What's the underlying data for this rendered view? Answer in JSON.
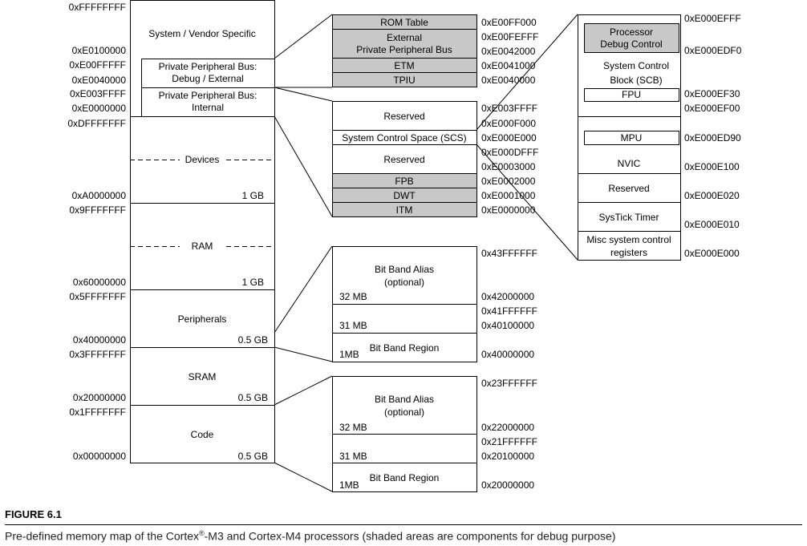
{
  "figure": {
    "label": "FIGURE 6.1",
    "caption_pre": "Pre-defined memory map of the Cortex",
    "caption_reg": "®",
    "caption_post": "-M3 and Cortex-M4 processors (shaded areas are components for debug purpose)"
  },
  "colors": {
    "line": "#000000",
    "shade": "#c8c8c8",
    "fill": "#ffffff"
  },
  "main_map": {
    "regions": [
      {
        "name": "System / Vendor Specific"
      },
      {
        "name_line1": "Private Peripheral Bus:",
        "name_line2": "Debug / External"
      },
      {
        "name_line1": "Private Peripheral Bus:",
        "name_line2": "Internal"
      },
      {
        "name": "Devices",
        "size": "1 GB"
      },
      {
        "name": "RAM",
        "size": "1 GB"
      },
      {
        "name": "Peripherals",
        "size": "0.5 GB"
      },
      {
        "name": "SRAM",
        "size": "0.5 GB"
      },
      {
        "name": "Code",
        "size": "0.5 GB"
      }
    ],
    "addresses": [
      "0xFFFFFFFF",
      "0xE0100000",
      "0xE00FFFFF",
      "0xE0040000",
      "0xE003FFFF",
      "0xE0000000",
      "0xDFFFFFFF",
      "0xA0000000",
      "0x9FFFFFFF",
      "0x60000000",
      "0x5FFFFFFF",
      "0x40000000",
      "0x3FFFFFFF",
      "0x20000000",
      "0x1FFFFFFF",
      "0x00000000"
    ]
  },
  "ppb_external": {
    "items": [
      {
        "name": "ROM Table"
      },
      {
        "name_line1": "External",
        "name_line2": "Private Peripheral Bus"
      },
      {
        "name": "ETM"
      },
      {
        "name": "TPIU"
      }
    ],
    "addresses": [
      "0xE00FF000",
      "0xE00FEFFF",
      "0xE0042000",
      "0xE0041000",
      "0xE0040000"
    ]
  },
  "ppb_internal": {
    "items": [
      {
        "name": "Reserved"
      },
      {
        "name": "System Control Space (SCS)"
      },
      {
        "name": "Reserved"
      },
      {
        "name": "FPB"
      },
      {
        "name": "DWT"
      },
      {
        "name": "ITM"
      }
    ],
    "addresses": [
      "0xE003FFFF",
      "0xE000F000",
      "0xE000E000",
      "0xE000DFFF",
      "0xE0003000",
      "0xE0002000",
      "0xE0001000",
      "0xE0000000"
    ]
  },
  "scs": {
    "items": [
      {
        "name_line1": "Processor",
        "name_line2": "Debug Control"
      },
      {
        "name_line1": "System Control",
        "name_line2": "Block (SCB)"
      },
      {
        "name": "FPU"
      },
      {
        "name": "MPU"
      },
      {
        "name": "NVIC"
      },
      {
        "name": "Reserved"
      },
      {
        "name": "SysTick Timer"
      },
      {
        "name_line1": "Misc system control",
        "name_line2": "registers"
      }
    ],
    "addresses": [
      "0xE000EFFF",
      "0xE000EDF0",
      "0xE000EF30",
      "0xE000EF00",
      "0xE000ED90",
      "0xE000E100",
      "0xE000E020",
      "0xE000E010",
      "0xE000E000"
    ]
  },
  "bitband_peripheral": {
    "alias_line1": "Bit Band Alias",
    "alias_line2": "(optional)",
    "alias_size": "32 MB",
    "gap_size": "31 MB",
    "region_name": "Bit Band Region",
    "region_size": "1MB",
    "addresses": [
      "0x43FFFFFF",
      "0x42000000",
      "0x41FFFFFF",
      "0x40100000",
      "0x40000000"
    ]
  },
  "bitband_sram": {
    "alias_line1": "Bit Band Alias",
    "alias_line2": "(optional)",
    "alias_size": "32 MB",
    "gap_size": "31 MB",
    "region_name": "Bit Band Region",
    "region_size": "1MB",
    "addresses": [
      "0x23FFFFFF",
      "0x22000000",
      "0x21FFFFFF",
      "0x20100000",
      "0x20000000"
    ]
  }
}
